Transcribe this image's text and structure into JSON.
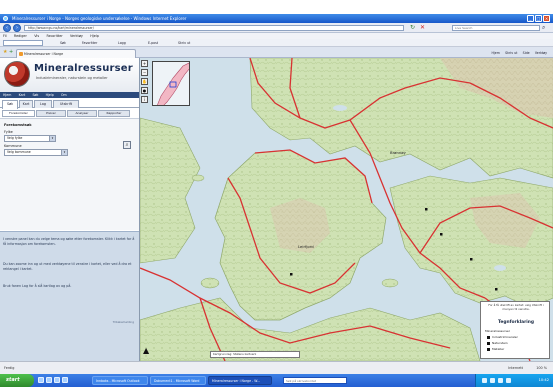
{
  "browser": {
    "window_title": "Mineralressurser i Norge - Norges geologiske undersøkelse - Windows Internet Explorer",
    "url": "http://www.ngu.no/kart/mineralressurser/",
    "search_placeholder": "Live Search",
    "menu": [
      "Fil",
      "Rediger",
      "Vis",
      "Favoritter",
      "Verktøy",
      "Hjelp"
    ],
    "links": [
      "Søk",
      "Favoritter",
      "Logg",
      "E-post",
      "Skriv ut"
    ],
    "tab_title": "Mineralressurser i Norge",
    "commands": [
      "Hjem",
      "Skriv ut",
      "Side",
      "Verktøy"
    ],
    "status_text": "Ferdig",
    "status_zone": "Internett",
    "zoom": "100 %"
  },
  "app": {
    "title": "Mineralressurser",
    "subtitle": "Industrimineraler, naturstein og metaller",
    "main_menu": [
      "Hjem",
      "Kart",
      "Søk",
      "Hjelp",
      "Om"
    ],
    "top_tabs": [
      "Søk",
      "Kart",
      "Lag",
      "Utskrift"
    ],
    "sub_tabs": [
      "Forekomster",
      "Prøver",
      "Analyser",
      "Rapporter"
    ]
  },
  "search_form": {
    "heading": "Forekomstsøk",
    "field1_label": "Fylke",
    "field1_value": "Velg fylke",
    "field2_label": "Kommune",
    "field2_value": "Velg kommune",
    "search_icon": "magnifier-icon"
  },
  "info": {
    "paragraphs": [
      "I venstre panel kan du velge tema og søke etter forekomster. Klikk i kartet for å få informasjon om forekomsten.",
      "Du kan zoome inn og ut med verktøyene til venstre i kartet, eller ved å dra et rektangel i kartet.",
      "Bruk fanen Lag for å slå kartlag av og på."
    ],
    "footer": "Tilbakemelding"
  },
  "map": {
    "place_labels": [
      "Brønnøy",
      "Leirfjord"
    ],
    "zoom_buttons": [
      "+",
      "−",
      "✋",
      "●",
      "i"
    ],
    "scale_text": "Kartgrunnlag: Statens kartverk",
    "north": "▲"
  },
  "legend": {
    "note": "For å få utskrift av kartet: velg Utskrift i menyen til venstre.",
    "title": "Tegnforklaring",
    "subtitle": "Mineralressurser",
    "items": [
      "Industrimineraler",
      "Naturstein",
      "Metaller"
    ]
  },
  "taskbar": {
    "start_label": "start",
    "tasks": [
      "Innboks - Microsoft Outlook",
      "Dokument1 - Microsoft Word",
      "Mineralressurser i Norge - W..."
    ],
    "search_placeholder": "Søk på skrivebordet",
    "clock": "10:42"
  },
  "colors": {
    "sea": "#cfe0ea",
    "land": "#cfe2b4",
    "roads": "#d83232",
    "panel_dark": "#2b4a7c",
    "title_bar": "#1757c9"
  }
}
